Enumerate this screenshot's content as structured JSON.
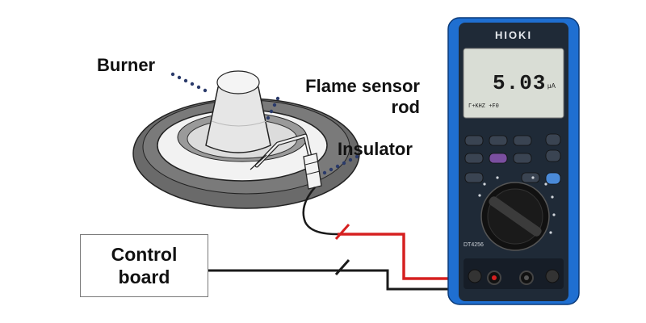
{
  "labels": {
    "burner": "Burner",
    "flame_sensor_line1": "Flame sensor",
    "flame_sensor_line2": "rod",
    "insulator": "Insulator",
    "control_board_line1": "Control",
    "control_board_line2": "board"
  },
  "meter": {
    "brand": "HIOKI",
    "reading": "5.03",
    "unit": "μA",
    "sub_text": "Γ+KHZ +F0",
    "model": "DT4256"
  },
  "colors": {
    "meter_body": "#1f2a37",
    "meter_bumper": "#1f6fd1",
    "lcd": "#d9ddd5",
    "red_lead": "#d62020",
    "black_lead": "#1a1a1a",
    "burner_base": "#5a5a5a",
    "burner_top": "#e8e8e8"
  }
}
